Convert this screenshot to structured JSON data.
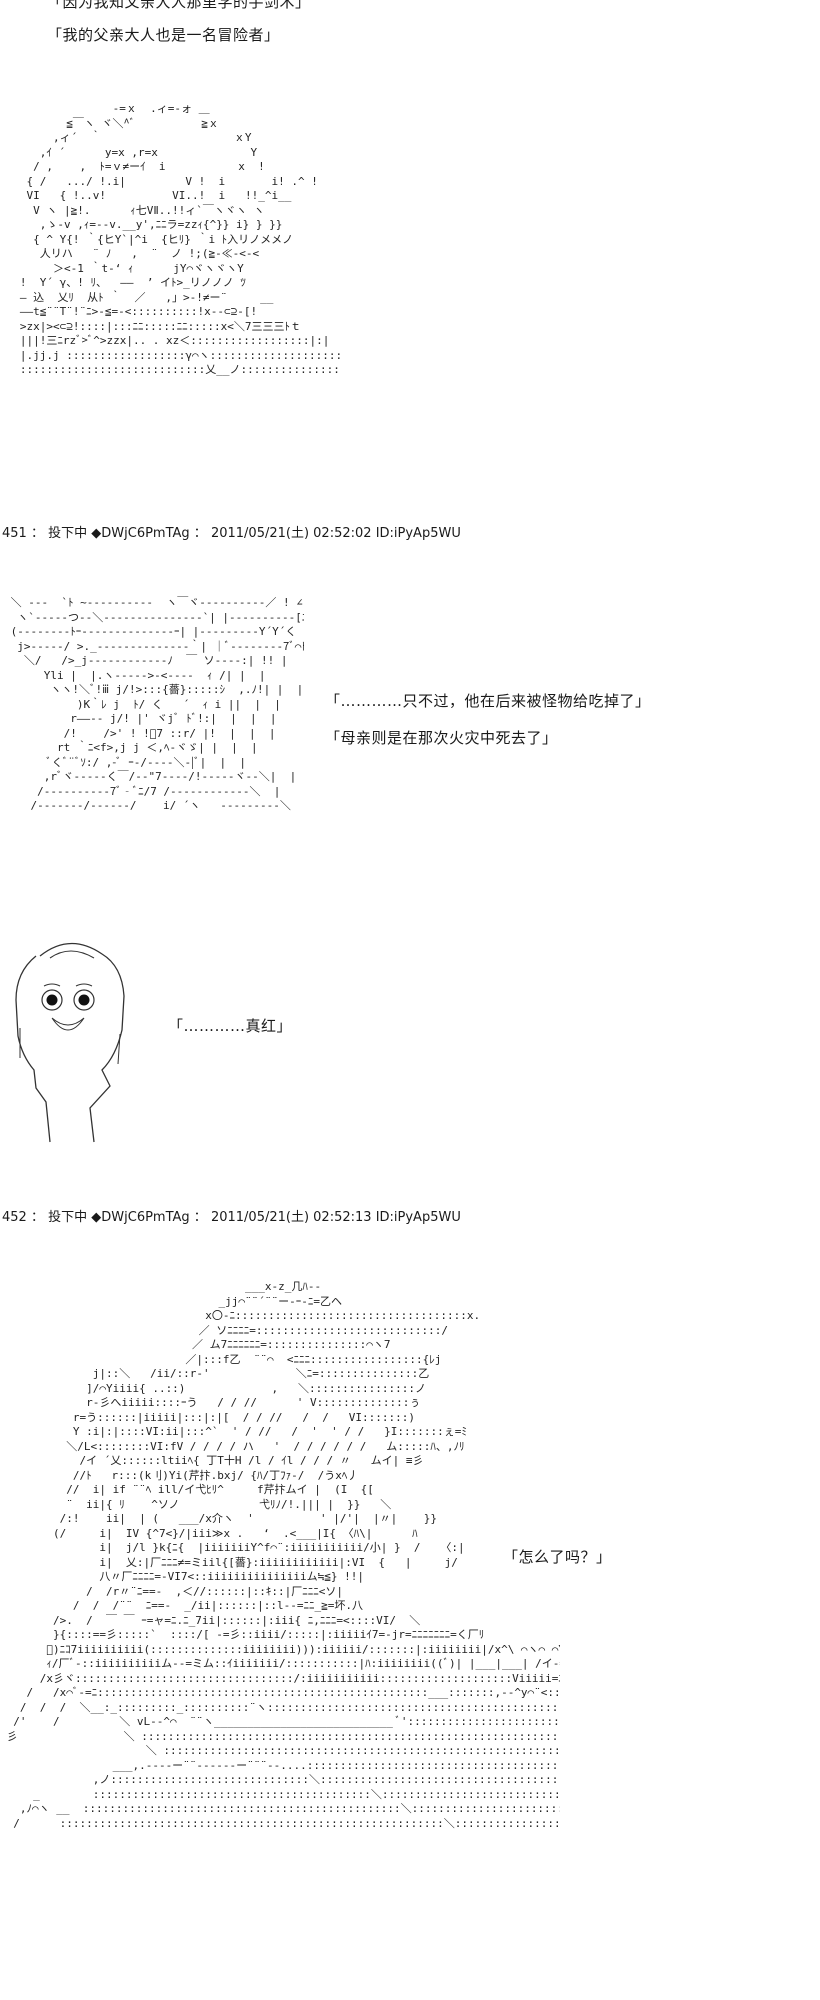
{
  "top": {
    "line1": "「因为我知父亲大人那里学的手剑术」",
    "line2": "「我的父亲大人也是一名冒险者」"
  },
  "posts": [
    {
      "number": "451",
      "name": "投下中",
      "trip": "◆DWjC6PmTAg",
      "date": "2011/05/21(土) 02:52:02",
      "id": "ID:iPyAp5WU",
      "lines": [
        "「…………只不过，他在后来被怪物给吃掉了」",
        "「母亲则是在那次火灾中死去了」"
      ],
      "line_small": "「…………真红」"
    },
    {
      "number": "452",
      "name": "投下中",
      "trip": "◆DWjC6PmTAg",
      "date": "2011/05/21(土) 02:52:13",
      "id": "ID:iPyAp5WU",
      "lines": [
        "「怎么了吗？」"
      ]
    }
  ],
  "labels": {
    "sep": " ：",
    "sep2": " ："
  },
  "art": {
    "girl_top": "                 ‐=ｘ  .ィ=‐ォ ＿\n          ≦￣ヽ ヾ＼^ﾞ          ≧ｘ\n        ,ィ´  ｀                    ｘY\n      ,ｲ ´      y=x ,r=x              Y\n     / ,    ,  ﾄ=ｖ≠ーｲ  i           x  !\n    { /   .../ !.i|         V !  i       i! .^ !\n    VI   { !..v!          VI..!  i   !!_^i__\n     V ヽ |≧!.      ｨ七VⅡ..!!ィ`￣ヽヾヽ ヽ\n      ,ゝ‐v ,ｨ=‐‐v.__y',ﾆﾆラ=zzｨ{^}} i} } }}\n     { ^ Y{! ｀{ヒY`|^i  {ヒﾘ} ｀i ﾄ入リノメメノ\n      人リハ   ¨ ﾉ   ,  ¨  ノ !;(≧‐≪‐<‐<\n        ＞<‐1 ｀t-‘ ｨ      jY⌒ヾヽヾヽY\n   !  Y´ γ、! ﾘ、  ――  ’ イﾄ>_リノノノ ﾂ\n   ― 込  乂ﾘ  从ﾄ ｀  ／   ,」>‐!≠ー¨     __\n   ――t≦¨¨T¨!¨ﾆ>‐≦=‐<::::::::::!x‐‐⊂⊇‐[!\n   >zx|><⊂⊇!::::|:::ﾆﾆ:::::ﾆﾆ:::::x<＼7三三三ﾄｔ\n   |||!三ﾆrzﾞ>ﾞ^>zzx|.. . xz＜::::::::::::::::::|:|\n   |.jj.j ::::::::::::::::::γ⌒ヽ:::::::::::::::::::::::::: |.|\n   ::::::::::::::::::::::::::::乂__ノ:::::::::::::::::::::::::::",
    "skull_row": " ＼ ---  `ﾄ ~----------  ヽ￣ヾ----------／ ! ∠ ヽ\n  ヽ`-----つ--＼---------------`| |----------[ﾆﾞ/ |\n (--------ﾄｰ--------------ｰ| |---------Y´Y´く\n  j>-----/ >._--------------｀| ｜ﾞ--------7ﾞ⌒ﾄ\n   ＼/   />_j------------ﾉ  ￣ ソ----:| !! |\n      Yli |  |.ヽ----->-<----  ｨ /| |  |\n       ヽヽ!＼ﾞ!ⅲ j/!>:::{薔}:::::ｼ  ,.ﾉ!| |  |\n           )K｀ﾚ j  ﾄ/ く   ´  ｨ i ||  |  |\n          r――-- j/! |' ヾjﾞ ﾄﾞ!:|  |  |  |\n         /!    />' ! !ﾞ7 ::r/ |!  |  |  |\n        rt ｀ﾆ<f>,j j ＜,ﾍ-ヾゞ| |  |  |\n       ﾞくﾞ¨ﾞｿ:/ ,-ﾞ ｰ-/----＼-|ﾞ|  |  |\n      ,rﾞヾ-----く￣/--\"7----/!-----ヾ--＼|  |\n     /----------7ﾞ‐ﾞﾆ/7 /------------＼  |\n    /-------/------/    i/ ´ヽ   ---------＼",
    "suiseiseki_small": "    ／￣￣＼\n  ／  ヽ  ﾉ  ＼\n |  (●)(●)  |\n |   (__人__)  |\n |            |\n |            |\n  ＼          /\n    ＼        /\n      |    <\n     >      <\n     |       |\n     |       |",
    "bottom_art": "                                     ___x‐z_几ﾊ--\n                                 _jj⌒¨¨´¨¨ー‐ｰ‐ﾆ=乙ヘ\n                               x〇‐ﾆ:::::::::::::::::::::::::::::::::::x.\n                              ／ ソﾆﾆﾆﾆ=::::::::::::::::::::::::::::/\n                             ／ ム7ﾆﾆﾆﾆﾆﾆ=:::::::::::::::⌒ヽ7\n                            ／|:::f乙  ¨¨⌒  <ﾆﾆﾆ:::::::::::::::::{ﾚj\n              j|::＼   /ii/::r‐'             ＼ﾆ=:::::::::::::::乙\n             ]/⌒Yiiii{ ..::)             ,   ＼::::::::::::::::ノ\n             r‐彡へiiiii::::ｰう   / / //      ' V::::::::::::::ぅ\n           r=う::::::|iiiii|:::|:|[  / / //   /  /   VI:::::::)\n           Y :i|:|::::VI:ii|:::^`  ' / //   /  '  ' / /   }I:::::::ぇ=ﾐ\n          ＼/L<::::::::VI:fV / / / / ハ   '  / / / / / /   ム:::::ﾊ、,ﾉﾘ\n            /イ ´乂::::::ltiiﾍ{ 丁T十H /l / ｲl / / / 〃   ムイ| ≡彡\n           //ﾄ   r:::(k刂)Yi(芹抃.bxj/ {ﾊ/丁ﾌｧ-/  /うxﾍ丿\n          //  i| if ¨¨ﾍ ill/イ弋ﾋﾘ^     f芹抃ムイ |  (I  {[\n          ¨  ii|{ ﾘ    ^ソノ            弋ﾘﾉ/!.||| |  }}   ＼\n         /:!    ii|  | (   ___/x介ヽ  '          ' |/'|  |〃|    }}\n        (/     i|  IV {^7<}/|iii≫x .   ‘  .<___|I{ 〈ﾊ\\|      ﾊ\n               i|  j/l }k{ﾆ{  |iiiiiiiY^f⌒¨:iiiiiiiiiii/小| }  /   〈:|\n               i|  乂:|厂ﾆﾆﾆ≠=ミiil{[薔}:iiiiiiiiiiii|:VI  {   |     j/\n               八〃厂ﾆﾆﾆﾆ=-VI7<::iiiiiiiiiiiiiiiム≒≦} !!|\n             /  /r〃¨ﾆ==-  ,＜//::::::|::ｷ::|厂ﾆﾆﾆ<ソ|\n           /  /  /¨¨  ﾆ==-  _/ii|::::::|::l--=ﾆﾆ_≧=坏.八\n        />.  /  ￣ ￣ ｰ=ャ=ﾆ.ﾆ_7ii|::::::|:iii{ ﾆ,ﾆﾆﾆ=<::::VI/  ＼\n        }{::::==彡:::::`  ::::/[ ‐=彡::iiii/:::::|:iiiiiｲ7=-jr=ﾆﾆﾆﾆﾆﾆﾆ=く厂ﾘ\n       ﾞ)ﾆｺ7iiiiiiiiii(::::::::::::::iiiiiiii))):iiiiii/:::::::|:iiiiiiii|/x^\\ ⌒ヽ⌒ ⌒Y   〈 ⌒:f)\n       ｨ/厂ﾞ‐::iiiiiiiiiiム‐‐=ミム::ｲiiiiiii/:::::::::::|ﾊ:iiiiiiii((ﾞ)| |___|___| /イ‐=彡\n      /x彡ヾ:::::::::::::::::::::::::::::::::/:iiiiiiiiiii::::::::::::::::::::Viiiii=ﾆﾆ‐_ つ_______ﾆ==v\n    /   /x⌒ﾞ‐=ﾆ::::::::::::::::::::::::::::::::::::::::::::::::::___:::::::,--^y⌒¨<:::::::::::::::ｲ/^爪\n   /  /  /  ＼__:_:::::::::_::::::::::¨ヽ::::::::::::::::::::::::::::::::::::::::::::::::::::〈|  ___  _ムﾞ::::/:ﾍ\n  /'    /         ＼ vL‐‐^⌒  ¨¨ヽ___________________________ ﾞ':::::::::::::::::::::::::::::/::ぅ\n 彡                ＼ :::::::::::::::::::::::::::::::::::::::::::::::::::::::::::::::::::::::::::: ﾌ ＿__ ︶:::ﾉ\n                      ＼ ::::::::::::::::::::::::::::::::::::::::::::::::::::::::::::::::::::::::::::::::::::::::\n                 ___,.----ー¨¨------ー¨¨¨--....::::::::::::::::::::::::::::::::::::::::≧=‐＼\n              ,ノ::::::::::::::::::::::::::::::＼::::::::::::::::::::::::::::::::::::::::::::::::::::::::::＼  ＼\n     _        ::::::::::::::::::::::::::::::::::::::::::＼::::::::::::::::::::::::::::::::::::::::::::::::::::::::＼\n   ,ﾉ⌒ヽ __  ::::::::::::::::::::::::::::::::::::::::::::::::＼:::::::::::::::::::::::::::::::::::::::::::::::::::::::::::＼  ＼\n  /      ::::::::::::::::::::::::::::::::::::::::::::::::::::::::::＼::::::::::::::::::::::::::::::::::::::::::::::::::::/ ヽ ＞"
  }
}
